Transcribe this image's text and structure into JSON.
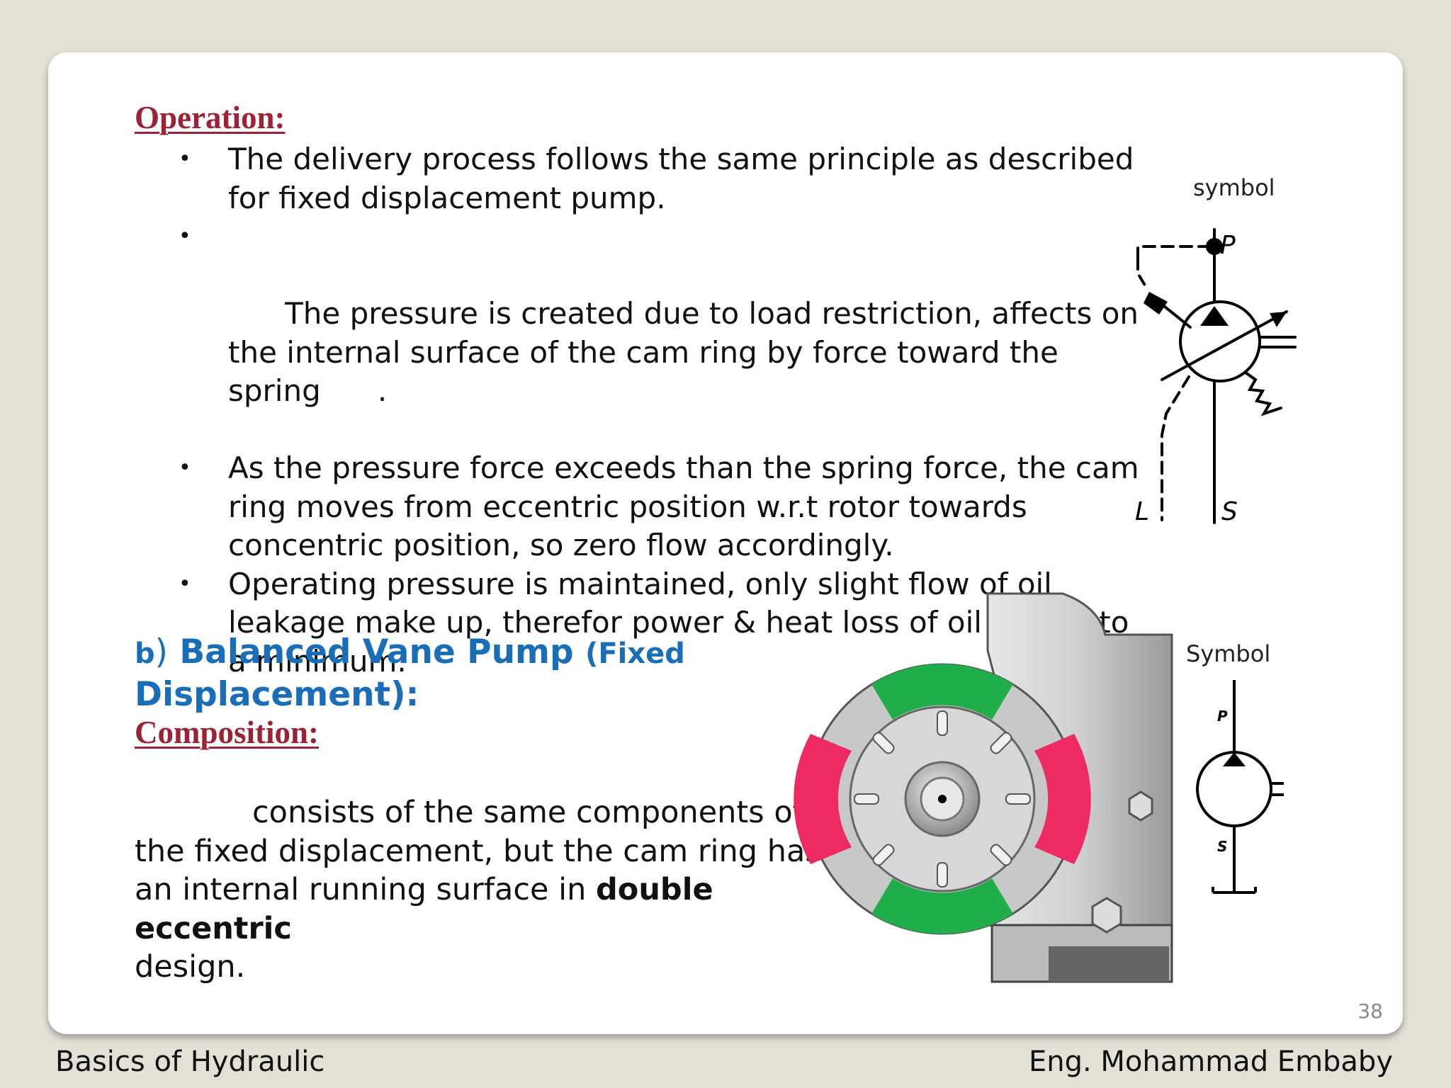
{
  "slide": {
    "operation_heading": "Operation:",
    "bullets": [
      "The delivery process follows the same principle as described for fixed displacement pump.",
      "The pressure is created due to load restriction, affects on the internal surface of the cam ring by force toward the spring      .",
      "As the pressure force exceeds than the spring force, the cam ring moves from eccentric position w.r.t rotor towards concentric position, so zero flow accordingly.",
      "Operating pressure is maintained, only slight flow of oil leakage make up, therefor power & heat loss of oil is kept to a minimum."
    ],
    "bullet_marker": "•",
    "variable_symbol": {
      "label": "symbol",
      "port_p": "P",
      "port_l": "L",
      "port_s": "S"
    },
    "balanced_section": {
      "prefix": "b",
      "paren": ")",
      "title": "Balanced Vane Pump",
      "title_small": "(Fixed",
      "title_line2": "Displacement):",
      "composition_heading": "Composition:",
      "para_part1": "consists of the same components of the fixed displacement, but the cam ring has an internal running surface in",
      "para_bold": "double eccentric",
      "para_part2": "design."
    },
    "fixed_symbol": {
      "label": "Symbol",
      "port_p": "P",
      "port_s": "S"
    },
    "page_number": "38",
    "colors": {
      "heading_red": "#9b2335",
      "title_blue": "#1a6eb8",
      "pump_green": "#1fae4a",
      "pump_pink": "#ee2a62"
    }
  },
  "footer": {
    "left": "Basics of Hydraulic",
    "right": "Eng. Mohammad Embaby"
  }
}
